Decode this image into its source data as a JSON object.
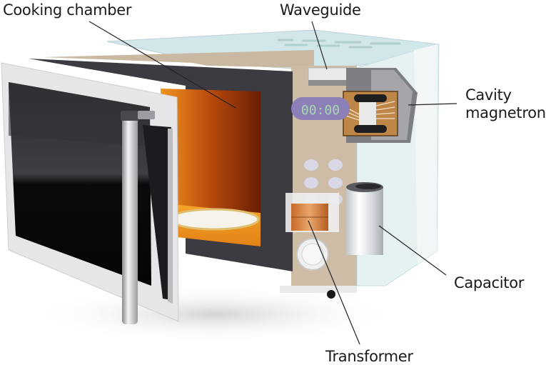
{
  "diagram": {
    "subject": "Microwave oven cutaway",
    "labels": {
      "cooking_chamber": "Cooking chamber",
      "waveguide": "Waveguide",
      "cavity_magnetron_line1": "Cavity",
      "cavity_magnetron_line2": "magnetron",
      "capacitor": "Capacitor",
      "transformer": "Transformer"
    },
    "display": {
      "time": "00:00"
    },
    "colors": {
      "chamber_orange": "#e07a1a",
      "chamber_dark": "#6a1e06",
      "door_frame": "#e4e4e6",
      "door_glass": "#0c0c0e",
      "cabinet_panel": "#cbbba5",
      "display_purple": "#8d7fb8",
      "display_digits": "#a8d8b0",
      "shell_glass": "#cfe6e8",
      "leader_line": "#222222"
    }
  }
}
